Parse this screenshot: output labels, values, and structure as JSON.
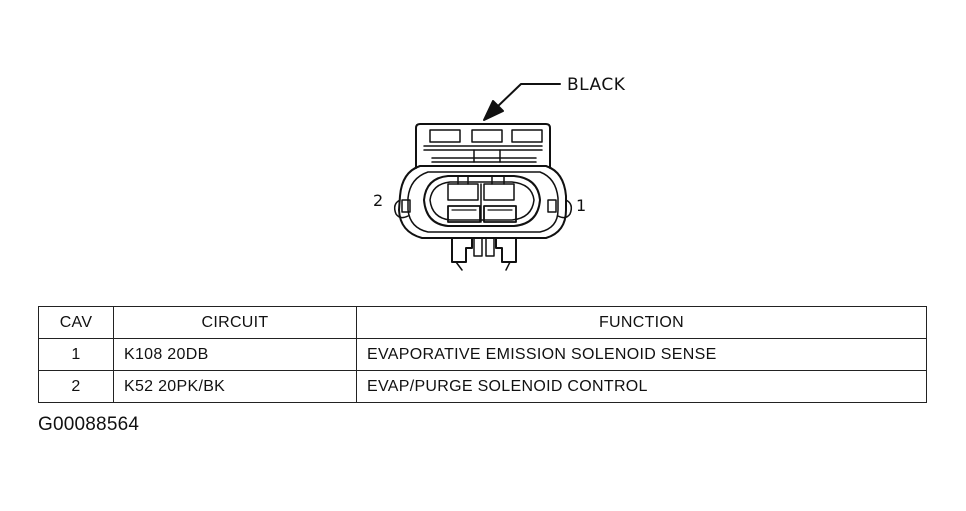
{
  "diagram": {
    "callout_label": "BLACK",
    "pin_left_label": "2",
    "pin_right_label": "1",
    "connector_color": "#111111"
  },
  "table": {
    "headers": {
      "cav": "CAV",
      "circuit": "CIRCUIT",
      "function": "FUNCTION"
    },
    "rows": [
      {
        "cav": "1",
        "circuit": "K108 20DB",
        "function": "EVAPORATIVE EMISSION SOLENOID SENSE"
      },
      {
        "cav": "2",
        "circuit": "K52 20PK/BK",
        "function": "EVAP/PURGE SOLENOID CONTROL"
      }
    ]
  },
  "figure_id": "G00088564"
}
